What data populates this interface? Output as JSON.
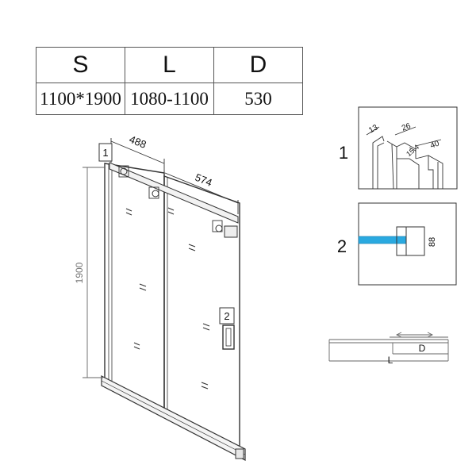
{
  "spec_table": {
    "headers": [
      "S",
      "L",
      "D"
    ],
    "values": [
      "1100*1900",
      "1080-1100",
      "530"
    ]
  },
  "main_drawing": {
    "dim_top_width": "488",
    "dim_slide_width": "574",
    "dim_height": "1900",
    "callout_1": "1",
    "callout_2": "2"
  },
  "detail_1": {
    "label": "1",
    "dims": [
      "13",
      "26",
      "40",
      "15.4"
    ]
  },
  "detail_2": {
    "label": "2",
    "dim": "88",
    "glass_color": "#2aa9e0"
  },
  "plan_view": {
    "label_d": "D",
    "label_l": "L"
  }
}
